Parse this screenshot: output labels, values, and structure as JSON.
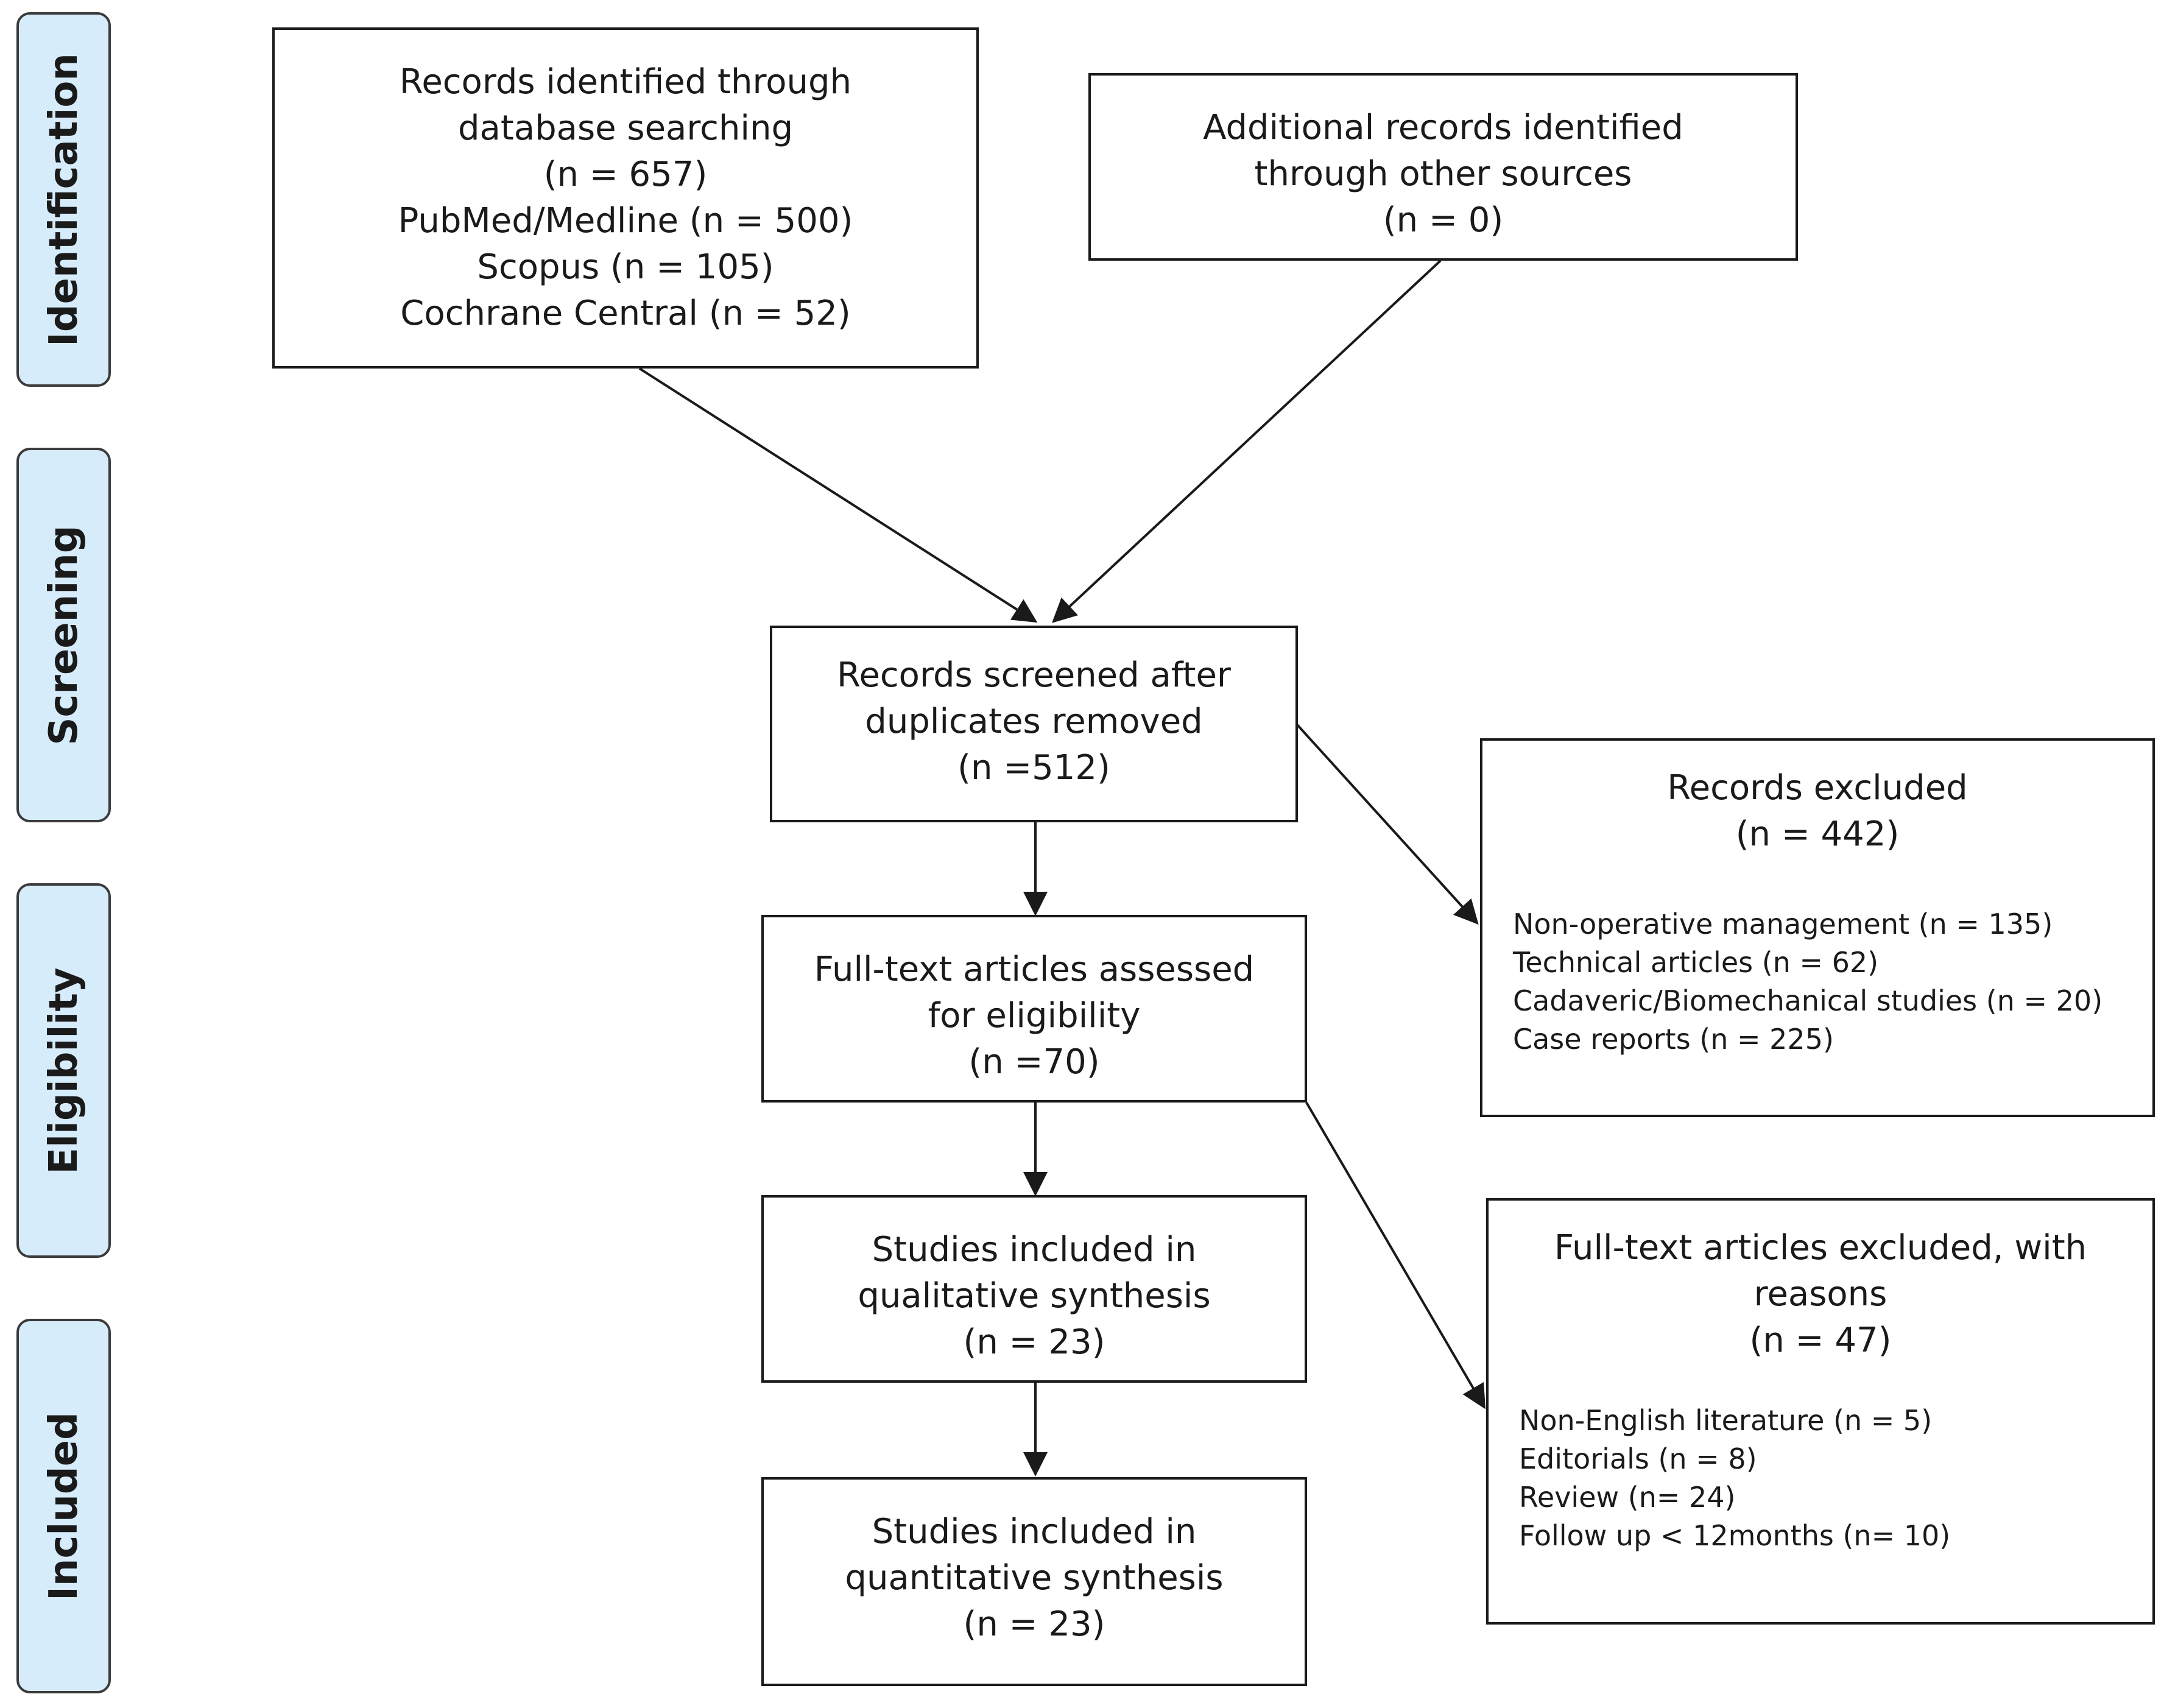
{
  "phases": {
    "identification": "Identification",
    "screening": "Screening",
    "eligibility": "Eligibility",
    "included": "Included"
  },
  "boxes": {
    "database": {
      "lines": [
        "Records identified through",
        "database searching",
        "(n = 657)",
        "PubMed/Medline (n = 500)",
        "Scopus (n = 105)",
        "Cochrane Central (n = 52)"
      ]
    },
    "other_sources": {
      "lines": [
        "Additional records identified",
        "through other sources",
        "(n = 0)"
      ]
    },
    "screened": {
      "lines": [
        "Records screened after",
        "duplicates removed",
        "(n =512)"
      ]
    },
    "records_excluded": {
      "title_lines": [
        "Records excluded",
        "(n = 442)"
      ],
      "reasons": [
        "Non-operative management (n = 135)",
        "Technical articles (n = 62)",
        "Cadaveric/Biomechanical studies (n = 20)",
        "Case reports (n = 225)"
      ]
    },
    "fulltext_assessed": {
      "lines": [
        "Full-text articles assessed",
        "for eligibility",
        "(n =70)"
      ]
    },
    "fulltext_excluded": {
      "title_lines": [
        "Full-text articles excluded, with",
        "reasons",
        "(n = 47)"
      ],
      "reasons": [
        "Non-English literature (n = 5)",
        "Editorials (n = 8)",
        "Review (n= 24)",
        "Follow up < 12months (n= 10)"
      ]
    },
    "qualitative": {
      "lines": [
        "Studies included in",
        "qualitative synthesis",
        "(n = 23)"
      ]
    },
    "quantitative": {
      "lines": [
        "Studies included in",
        "quantitative synthesis",
        "(n = 23)"
      ]
    }
  }
}
